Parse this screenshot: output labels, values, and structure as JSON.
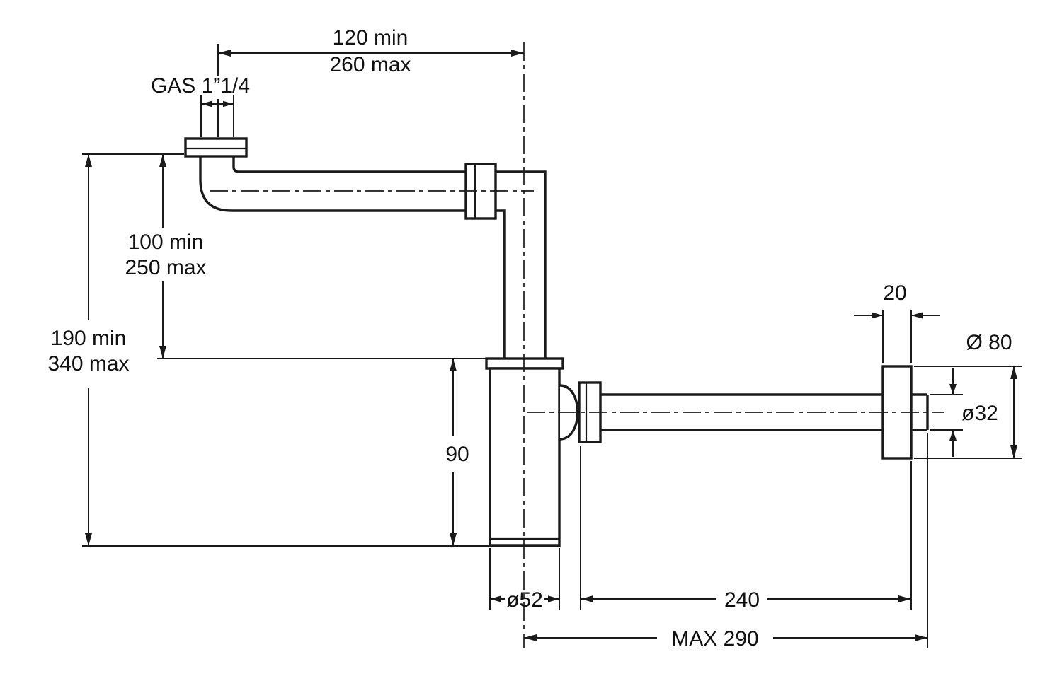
{
  "diagram": {
    "type": "technical-drawing",
    "subject": "bottle-trap-siphon-dimensions",
    "labels": {
      "top_width": {
        "line1": "120 min",
        "line2": "260 max"
      },
      "thread": "GAS 1”1/4",
      "inlet_depth": {
        "line1": "100 min",
        "line2": "250 max"
      },
      "overall_depth": {
        "line1": "190 min",
        "line2": "340 max"
      },
      "body_height": "90",
      "body_diameter": "ø52",
      "outlet_length": "240",
      "outlet_max": "MAX 290",
      "flange_thickness": "20",
      "flange_diameter": "Ø 80",
      "pipe_diameter": "ø32"
    },
    "colors": {
      "line": "#1a1a1a",
      "background": "#ffffff"
    }
  }
}
